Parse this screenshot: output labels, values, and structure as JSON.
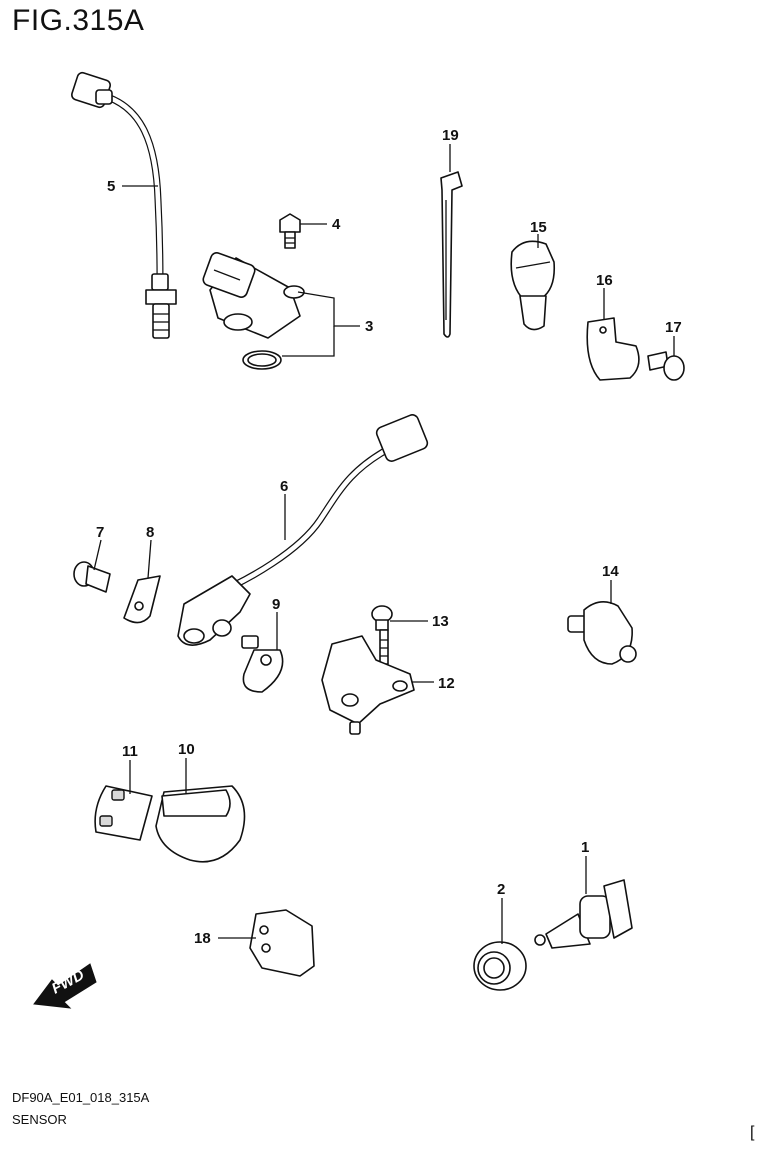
{
  "figure": {
    "title": "FIG.315A",
    "code": "DF90A_E01_018_315A",
    "name": "SENSOR",
    "corner_mark": "["
  },
  "callouts": [
    {
      "id": "c1",
      "label": "1"
    },
    {
      "id": "c2",
      "label": "2"
    },
    {
      "id": "c3",
      "label": "3"
    },
    {
      "id": "c4",
      "label": "4"
    },
    {
      "id": "c5",
      "label": "5"
    },
    {
      "id": "c6",
      "label": "6"
    },
    {
      "id": "c7",
      "label": "7"
    },
    {
      "id": "c8",
      "label": "8"
    },
    {
      "id": "c9",
      "label": "9"
    },
    {
      "id": "c10",
      "label": "10"
    },
    {
      "id": "c11",
      "label": "11"
    },
    {
      "id": "c12",
      "label": "12"
    },
    {
      "id": "c13",
      "label": "13"
    },
    {
      "id": "c14",
      "label": "14"
    },
    {
      "id": "c15",
      "label": "15"
    },
    {
      "id": "c16",
      "label": "16"
    },
    {
      "id": "c17",
      "label": "17"
    },
    {
      "id": "c18",
      "label": "18"
    },
    {
      "id": "c19",
      "label": "19"
    }
  ],
  "fwd_arrow": {
    "label": "FWD",
    "icon": "forward-arrow-icon"
  }
}
